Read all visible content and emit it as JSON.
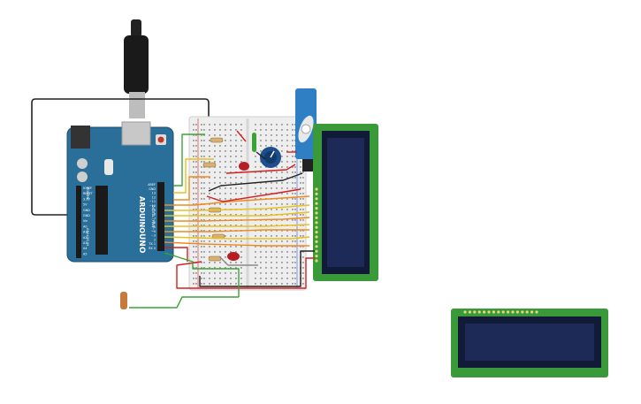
{
  "canvas": {
    "background": "#ffffff"
  },
  "arduino": {
    "brand_text": "ARDUINO",
    "model_text": "UNO",
    "board_color": "#2a6f9a",
    "board_border": "#1b4f72",
    "header_color": "#1a1a1a",
    "pin_labels_top": [
      "AREF",
      "GND",
      "13",
      "12",
      "~11",
      "~10",
      "~9",
      "8",
      "7",
      "~6",
      "~5",
      "4",
      "~3",
      "2",
      "TX 1",
      "RX 0"
    ],
    "pin_labels_left": [
      "IOREF",
      "RESET",
      "3.3V",
      "5V",
      "GND",
      "GND",
      "Vin",
      "A0",
      "A1",
      "A2",
      "A3",
      "A4",
      "A5"
    ],
    "digital_label": "DIGITAL (PWM~)",
    "power_label": "POWER",
    "analog_label": "ANALOG IN"
  },
  "breadboard": {
    "color": "#eeeeee",
    "border": "#cfcfcf",
    "hole_color": "#9a9a9a"
  },
  "servo": {
    "body_color": "#2e7fc4",
    "horn_color": "#e8e8e8"
  },
  "lcd_main": {
    "pcb_color": "#3a9a3a",
    "screen_color": "#1d2a57",
    "bezel_color": "#111a36"
  },
  "lcd_spare": {
    "pcb_color": "#3a9a3a",
    "screen_color": "#1d2a57",
    "bezel_color": "#111a36"
  },
  "components": {
    "potentiometer_color": "#1f4e8c",
    "led_color": "#b81d24",
    "resistor_color": "#d9b071",
    "photoresistor_color": "#c77a3a"
  },
  "wire_colors": {
    "black": "#222222",
    "red": "#d32020",
    "green": "#3aa336",
    "yellow": "#e8c21a",
    "orange": "#f08a1c",
    "gray": "#8a8a8a"
  }
}
